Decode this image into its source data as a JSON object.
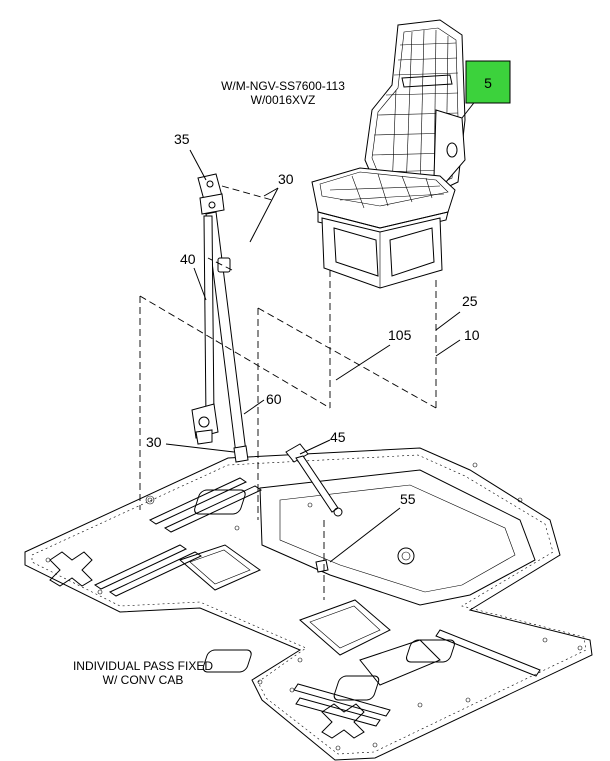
{
  "seat_note": {
    "line1": "W/M-NGV-SS7600-113",
    "line2": "W/0016XVZ"
  },
  "config_note": {
    "line1": "INDIVIDUAL PASS FIXED",
    "line2": "W/ CONV CAB"
  },
  "highlight": {
    "label": "5",
    "color": "#3cd23c"
  },
  "callouts": {
    "c35": "35",
    "c30_top": "30",
    "c40": "40",
    "c25": "25",
    "c105": "105",
    "c10": "10",
    "c60": "60",
    "c30_bottom": "30",
    "c45": "45",
    "c55": "55"
  }
}
